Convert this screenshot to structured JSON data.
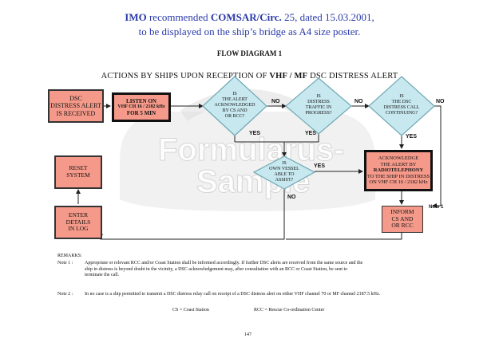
{
  "header": {
    "line1_a": "IMO",
    "line1_b": "recommended",
    "line1_c": "COMSAR/Circ.",
    "line1_d": "25, dated 15.03.2001,",
    "line2": "to be displayed on the ship’s bridge as A4 size poster."
  },
  "flow_title": "FLOW DIAGRAM 1",
  "subtitle": {
    "a": "ACTIONS BY SHIPS UPON RECEPTION OF ",
    "b": "VHF / MF",
    "c": " DSC DISTRESS ALERT"
  },
  "boxes": {
    "received": [
      "DSC",
      "DISTRESS ALERT",
      "IS RECEIVED"
    ],
    "listen": [
      "LISTEN ON",
      "VHF CH 16 / 2182 kHz",
      "FOR 5 MIN"
    ],
    "acknowledge": [
      "ACKNOWLEDGE",
      "THE ALERT BY",
      "RADIOTELEPHONY",
      "TO THE SHIP IN DISTRESS",
      "ON VHF CH 16 / 2182 kHz"
    ],
    "reset": [
      "RESET",
      "SYSTEM"
    ],
    "log": [
      "ENTER",
      "DETAILS",
      "IN LOG"
    ],
    "inform": [
      "INFORM",
      "CS AND",
      "OR RCC"
    ]
  },
  "diamonds": {
    "ack_by_cs": [
      "IS",
      "THE ALERT",
      "ACKNOWLEDGED",
      "BY CS AND",
      "OR RCC?"
    ],
    "traffic": [
      "IS",
      "DISTRESS",
      "TRAFFIC IN",
      "PROGRESS?"
    ],
    "continuing": [
      "IS",
      "THE DSC",
      "DISTRESS CALL",
      "CONTINUING?"
    ],
    "able": [
      "IS",
      "OWN VESSEL",
      "ABLE TO",
      "ASSIST?"
    ]
  },
  "labels": {
    "no": "NO",
    "yes": "YES",
    "note1": "Note 1"
  },
  "watermark": [
    "Formularus-",
    "Sample"
  ],
  "remarks": {
    "heading": "REMARKS:",
    "note1_label": "Note 1 :",
    "note1_lines": [
      "Appropriate or relevant RCC and/or Coast Station shall be informed accordingly. If further DSC alerts are received from the same source and the",
      "ship in distress is  beyond doubt  in the vicinity, a DSC acknowledgement may,  after consultation with an RCC or Coast Station, be sent to",
      "terminate the call."
    ],
    "note2_label": "Note 2 :",
    "note2_text": "In no case is a ship permitted to transmit a DSC distress relay call on receipt of a DSC distress alert on either VHF channel 70 or MF channel 2187.5 kHz.",
    "cs": "CS = Coast Station",
    "rcc": "RCC =  Rescue Co-ordination Center"
  },
  "page_number": "147",
  "colors": {
    "header_blue": "#2a3aa8",
    "box_fill": "#f59a8a",
    "diamond_fill": "#c7e8ef"
  }
}
